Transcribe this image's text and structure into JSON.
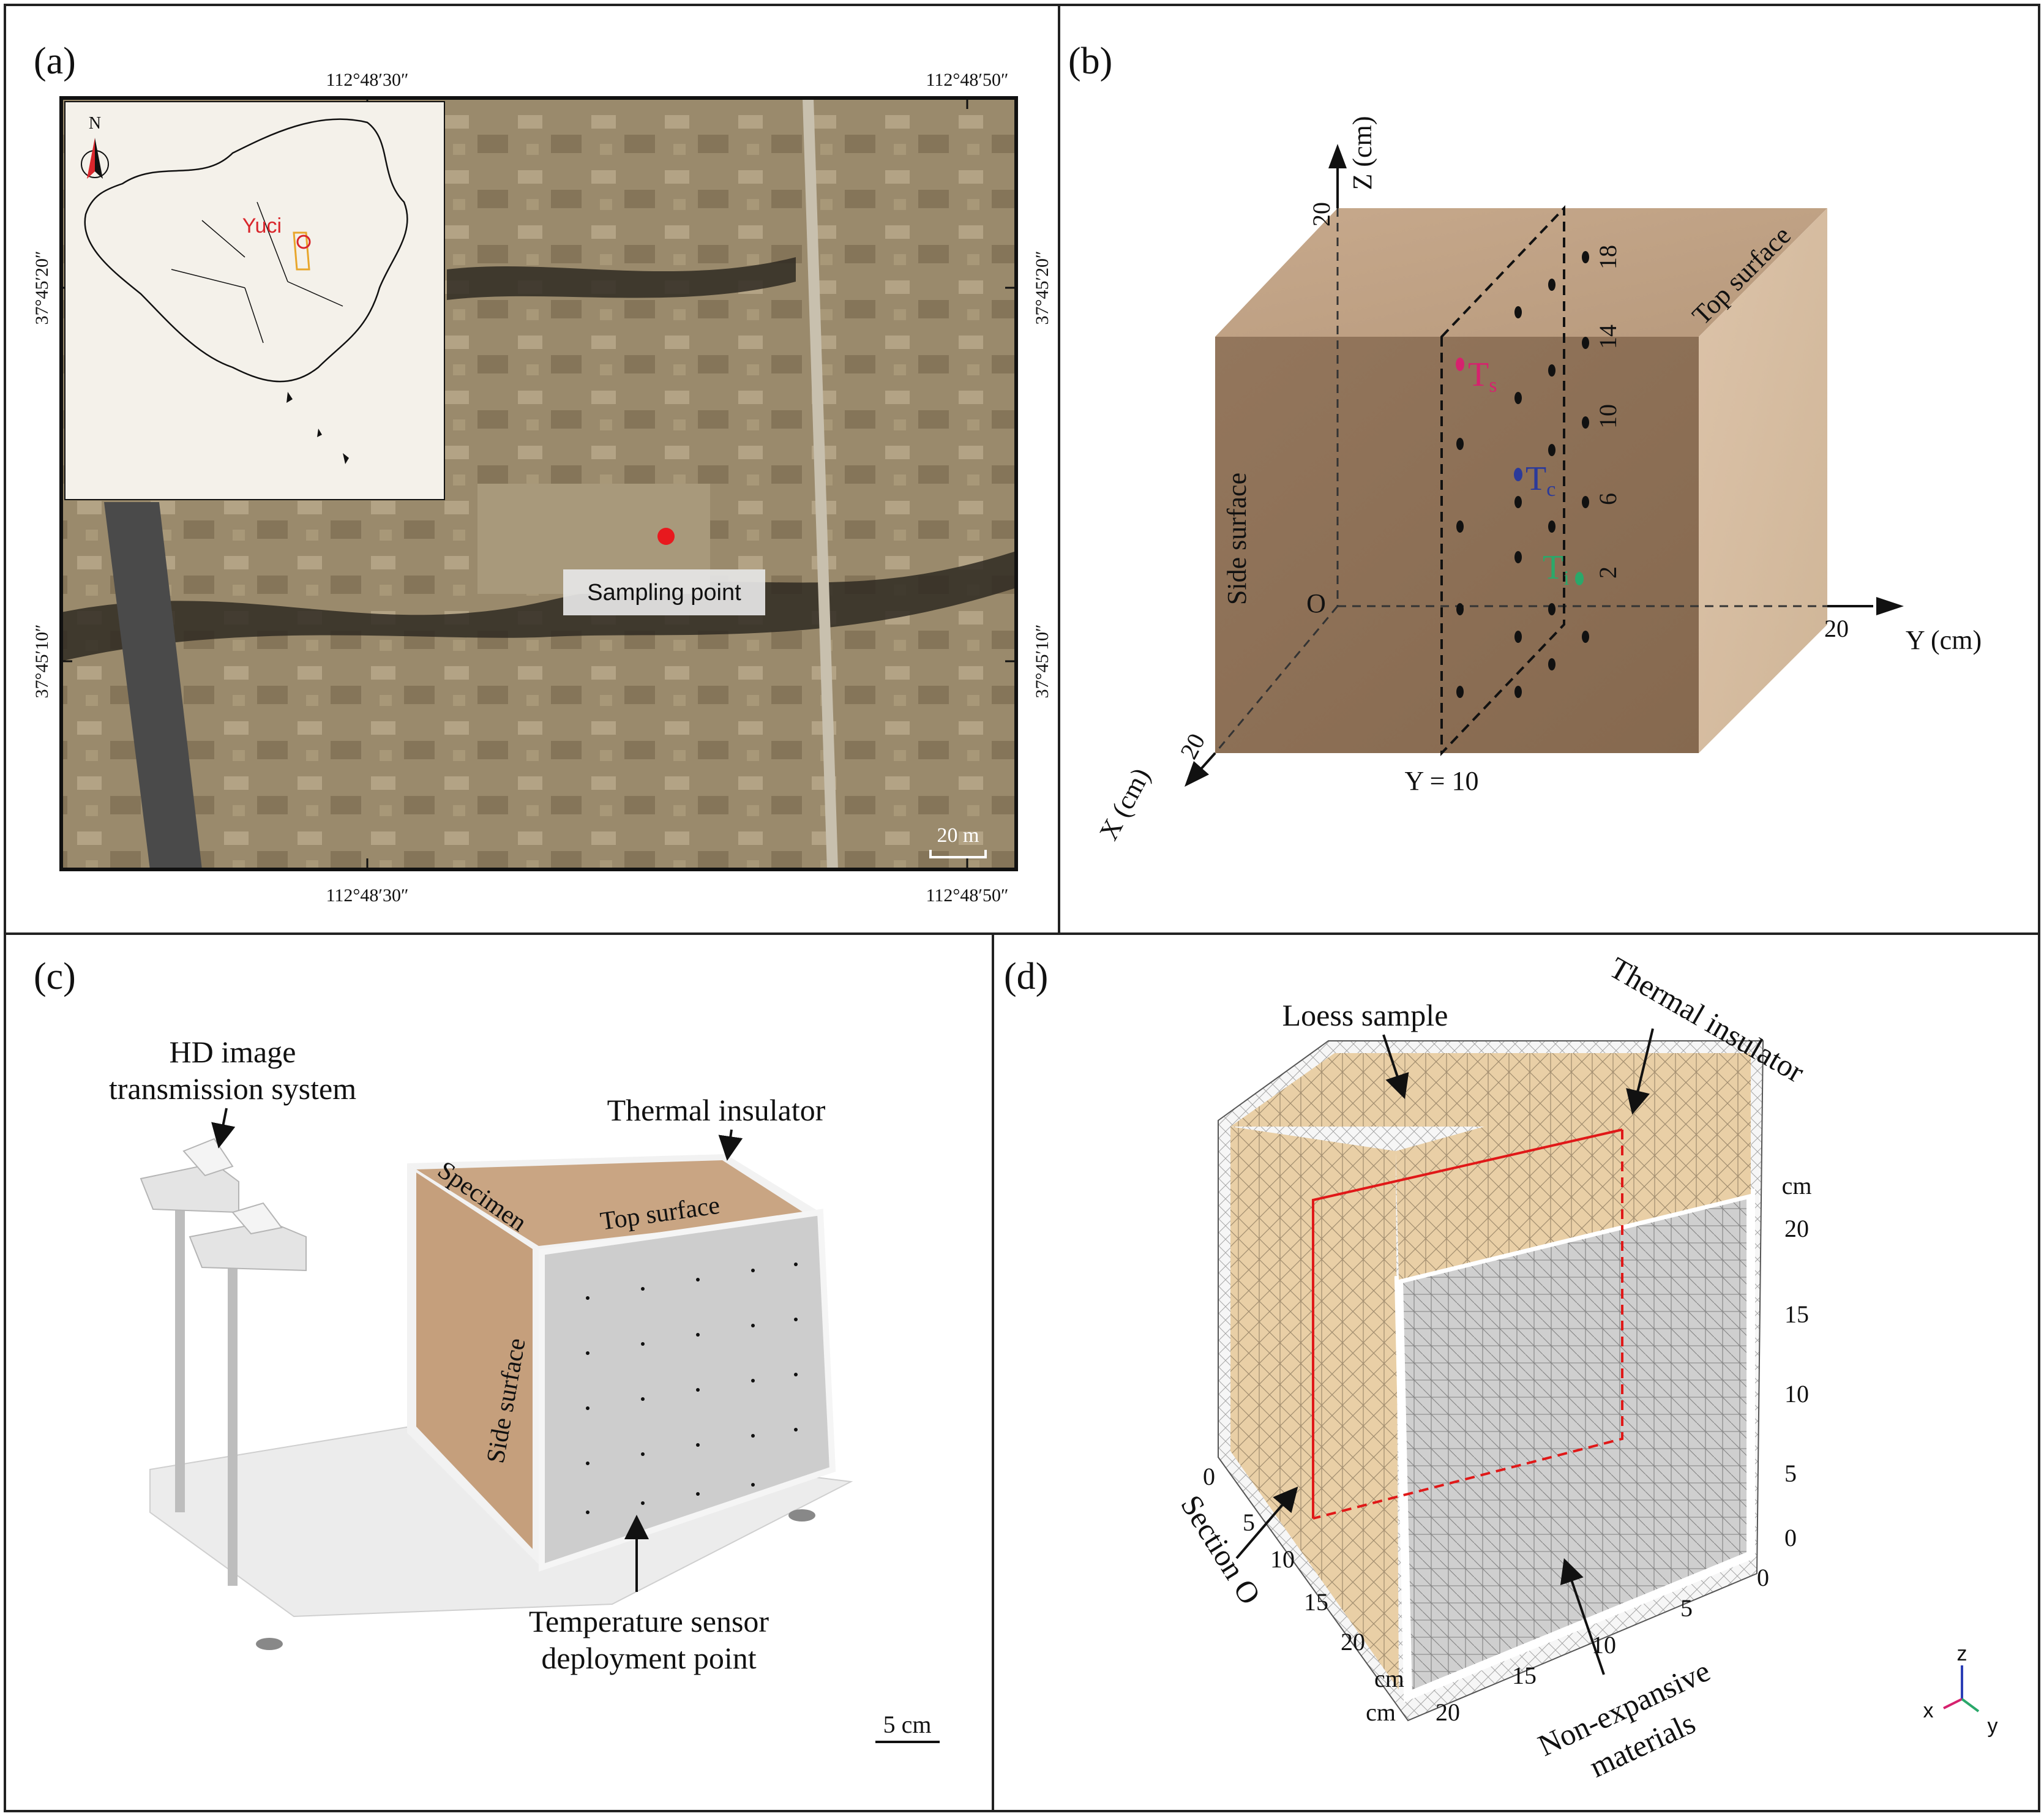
{
  "panels": {
    "a": {
      "label": "(a)",
      "lon_left": "112°48′30″",
      "lon_right": "112°48′50″",
      "lat_top": "37°45′20″",
      "lat_bottom": "37°45′10″",
      "north": "N",
      "city": "Yuci",
      "sampling_point": "Sampling point",
      "scale": "20 m"
    },
    "b": {
      "label": "(b)",
      "z_axis": "Z (cm)",
      "y_axis": "Y (cm)",
      "x_axis": "X (cm)",
      "origin": "O",
      "z_max": "20",
      "y_max": "20",
      "x_max": "20",
      "top_surface": "Top surface",
      "side_surface": "Side surface",
      "plane": "Y = 10",
      "ticks": [
        "2",
        "6",
        "10",
        "14",
        "18"
      ],
      "sensors": {
        "s": {
          "main": "T",
          "sub": "s",
          "color": "#d6226e"
        },
        "c": {
          "main": "T",
          "sub": "c",
          "color": "#2b3a9a"
        },
        "i": {
          "main": "T",
          "sub": "i",
          "color": "#2aa86a"
        }
      }
    },
    "c": {
      "label": "(c)",
      "hd_line1": "HD image",
      "hd_line2": "transmission system",
      "insulator": "Thermal insulator",
      "specimen": "Specimen",
      "top_surface": "Top surface",
      "side_surface": "Side surface",
      "sensor_line1": "Temperature sensor",
      "sensor_line2": "deployment point",
      "scale": "5 cm"
    },
    "d": {
      "label": "(d)",
      "loess": "Loess sample",
      "insulator": "Thermal insulator",
      "section": "Section O",
      "nonexp_line1": "Non-expansive",
      "nonexp_line2": "materials",
      "unit": "cm",
      "z_ticks": [
        "20",
        "15",
        "10",
        "5",
        "0"
      ],
      "y_ticks": [
        "0",
        "5",
        "10",
        "15",
        "20"
      ],
      "x_ticks": [
        "0",
        "5",
        "10",
        "15",
        "20"
      ],
      "triad": {
        "x": "x",
        "y": "y",
        "z": "z"
      }
    }
  }
}
